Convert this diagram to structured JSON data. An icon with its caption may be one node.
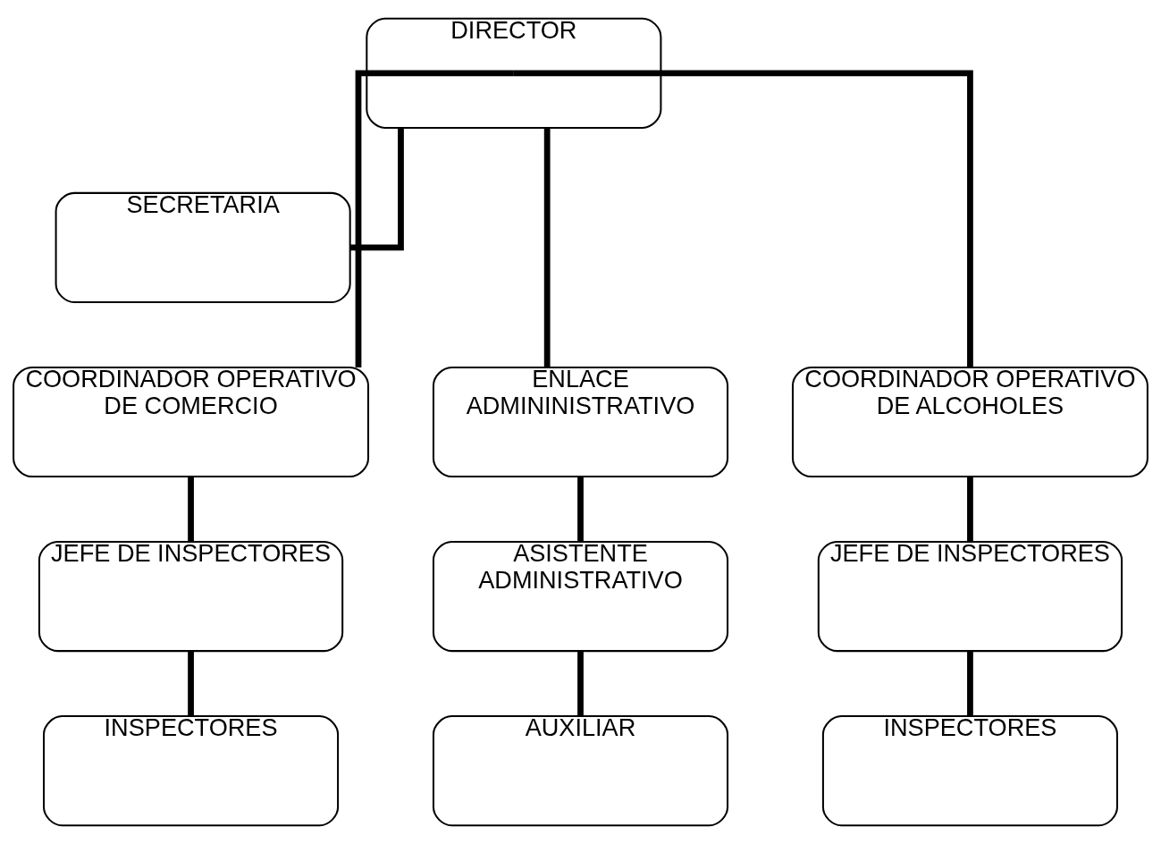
{
  "diagram": {
    "nodes": [
      {
        "text": [
          "DIRECTOR"
        ]
      },
      {
        "text": [
          "SECRETARIA"
        ]
      },
      {
        "text": [
          "COORDINADOR OPERATIVO DE COMERCIO"
        ]
      },
      {
        "text": [
          "ENLACE ADMININISTRATIVO"
        ]
      },
      {
        "text": [
          "COORDINADOR OPERATIVO DE ALCOHOLES"
        ]
      },
      {
        "text": [
          "JEFE DE INSPECTORES"
        ]
      },
      {
        "text": [
          "ASISTENTE ADMINISTRATIVO"
        ]
      },
      {
        "text": [
          "JEFE DE INSPECTORES"
        ]
      },
      {
        "text": [
          "INSPECTORES"
        ]
      },
      {
        "text": [
          "AUXILIAR"
        ]
      },
      {
        "text": [
          "INSPECTORES"
        ]
      }
    ],
    "edges": [
      {
        "from": 0,
        "to": 1,
        "arrow": "none"
      },
      {
        "from": 0,
        "to": 2,
        "arrow": "none"
      },
      {
        "from": 0,
        "to": 3,
        "arrow": "none"
      },
      {
        "from": 0,
        "to": 4,
        "arrow": "none"
      },
      {
        "from": 2,
        "to": 5,
        "arrow": "none"
      },
      {
        "from": 3,
        "to": 6,
        "arrow": "none"
      },
      {
        "from": 4,
        "to": 7,
        "arrow": "none"
      },
      {
        "from": 5,
        "to": 8,
        "arrow": "none"
      },
      {
        "from": 6,
        "to": 9,
        "arrow": "none"
      },
      {
        "from": 7,
        "to": 10,
        "arrow": "none"
      }
    ]
  }
}
